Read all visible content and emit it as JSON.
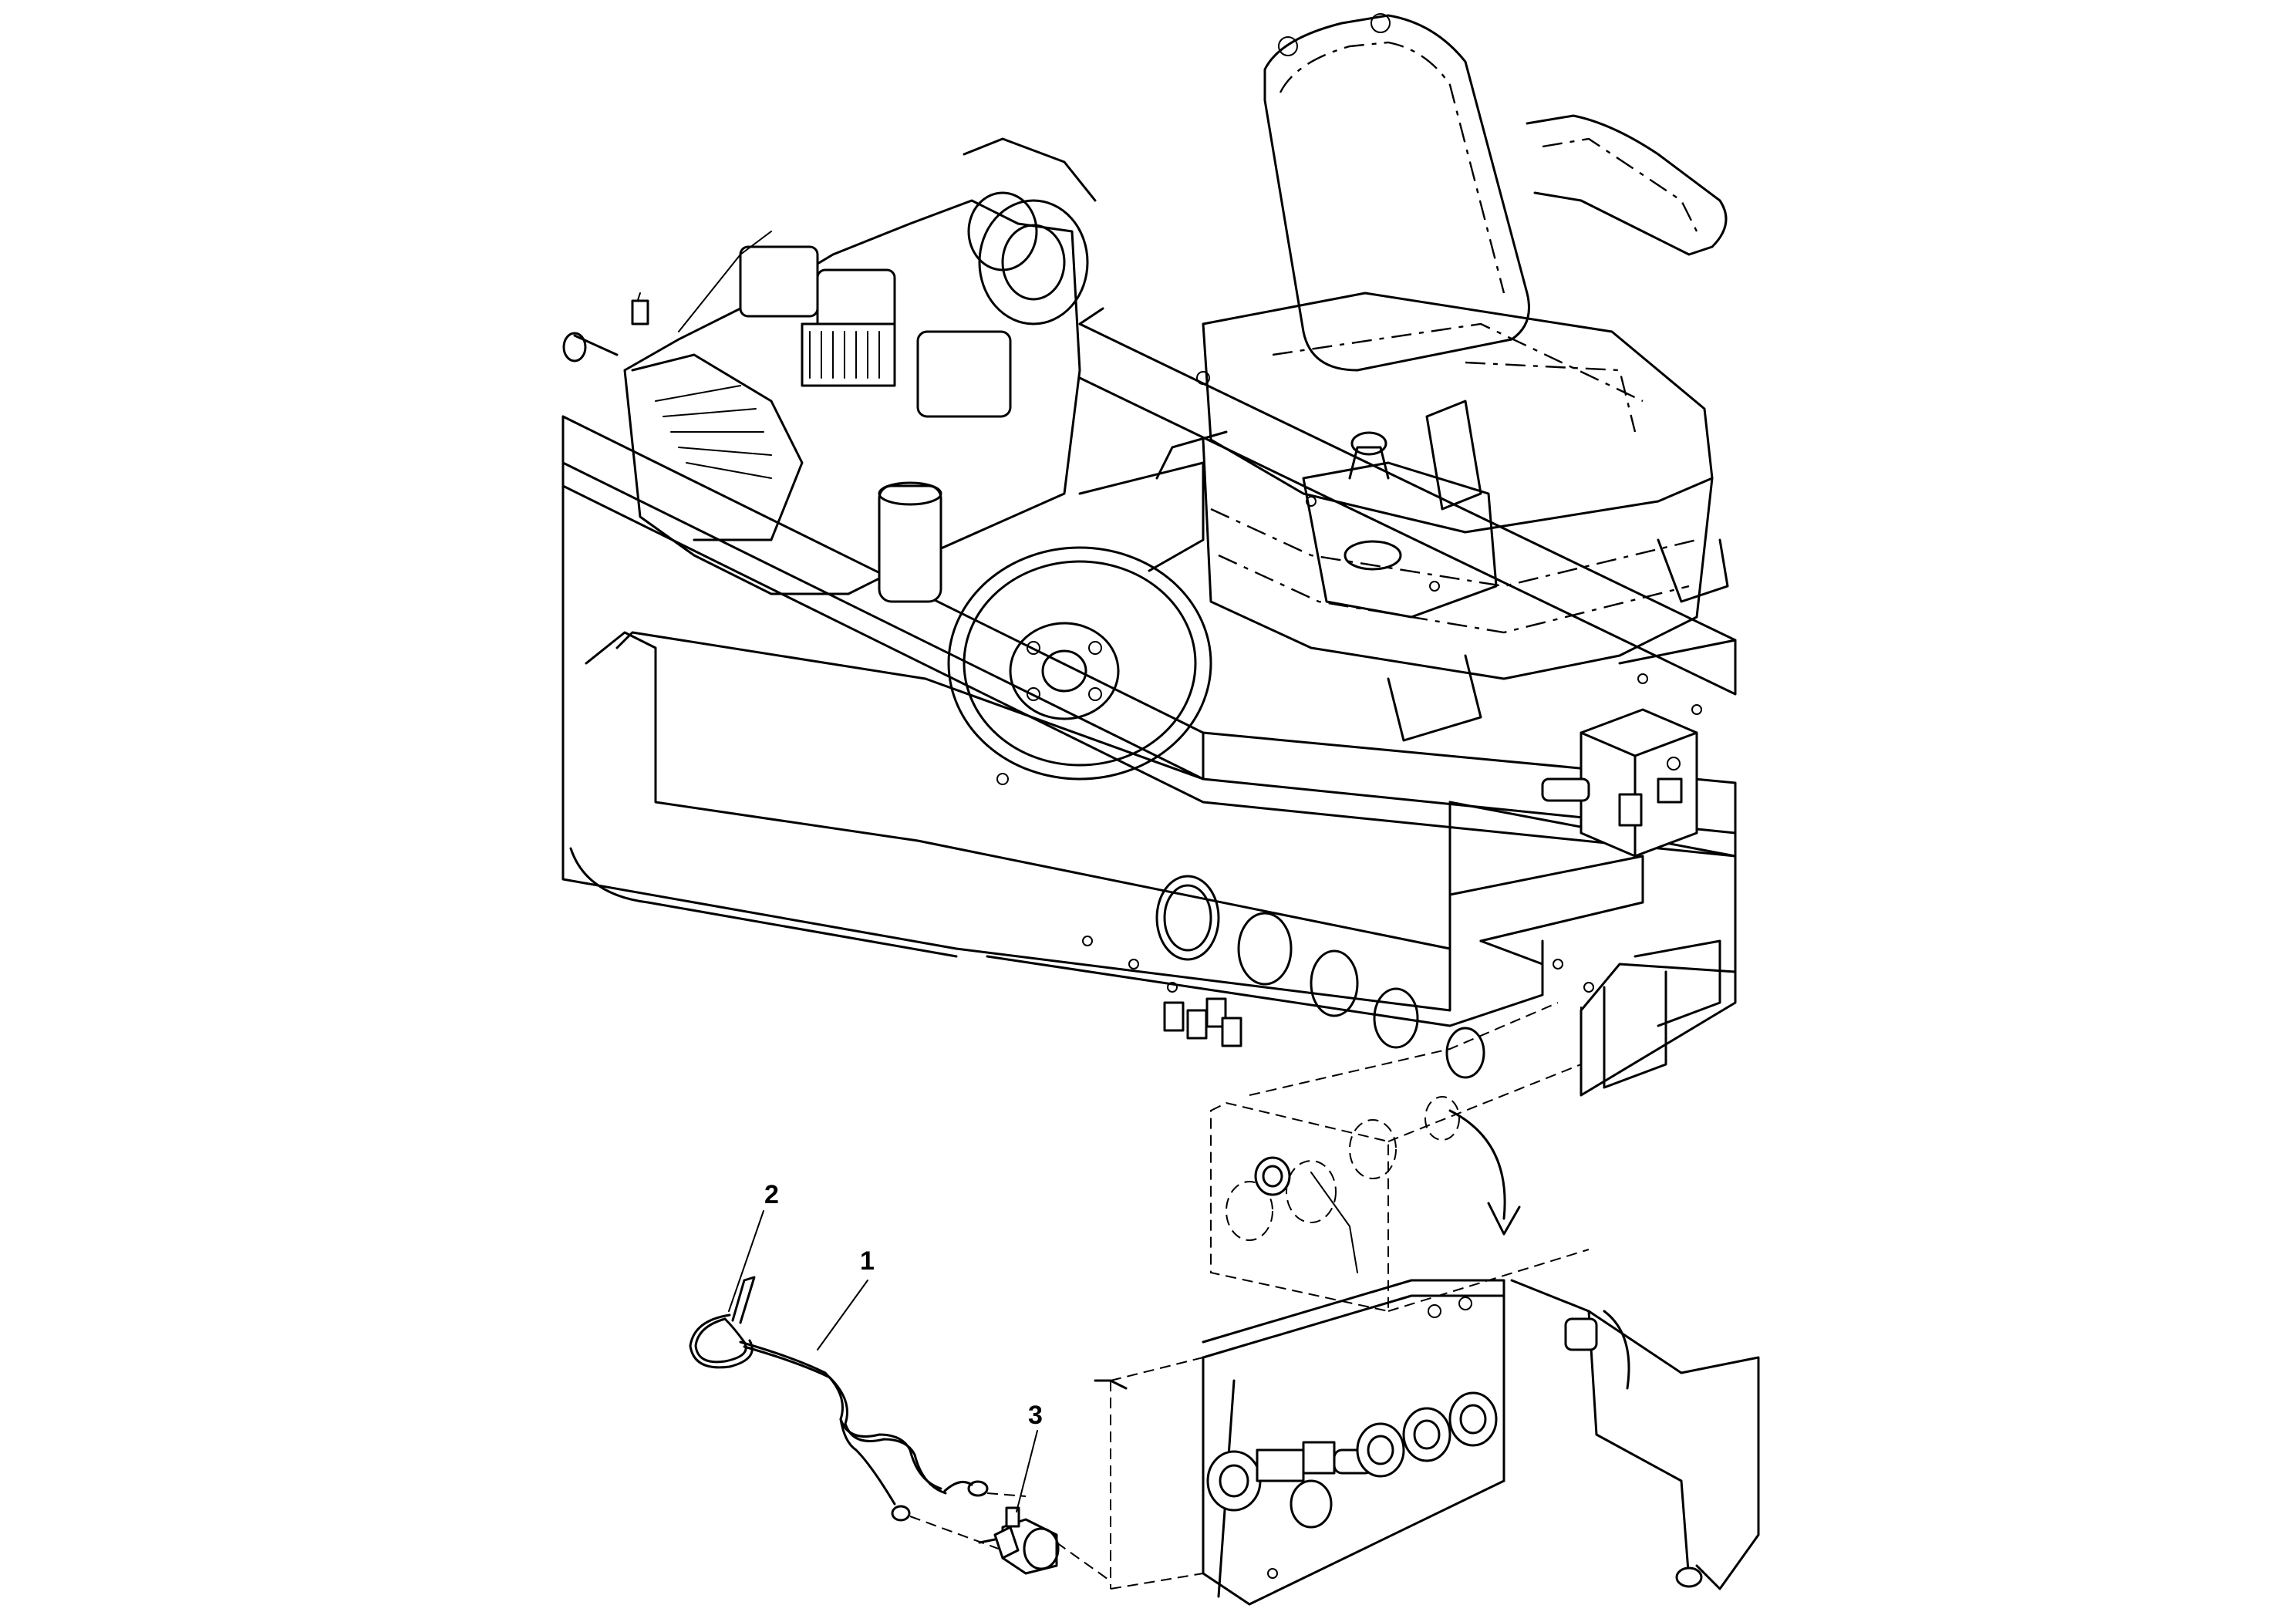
{
  "callouts": [
    {
      "id": "1",
      "label": "1"
    },
    {
      "id": "2",
      "label": "2"
    },
    {
      "id": "3",
      "label": "3"
    }
  ],
  "stroke_color": "#000000",
  "background_color": "#ffffff"
}
